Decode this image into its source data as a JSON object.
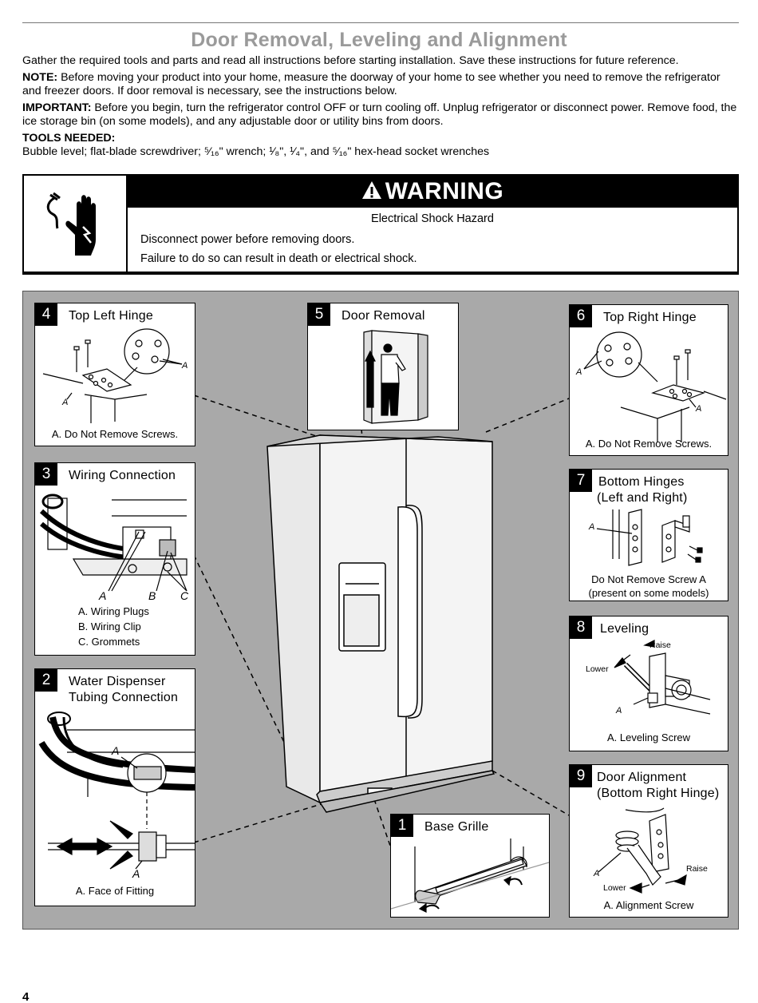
{
  "page": {
    "title": "Door Removal, Leveling and Alignment",
    "intro": "Gather the required tools and parts and read all instructions before starting installation. Save these instructions for future reference.",
    "note_label": "NOTE:",
    "note_text": " Before moving your product into your home, measure the doorway of your home to see whether you need to remove the refrigerator and freezer doors. If door removal is necessary, see the instructions below.",
    "important_label": "IMPORTANT:",
    "important_text": " Before you begin, turn the refrigerator control OFF or turn cooling off. Unplug refrigerator or disconnect power. Remove food, the ice storage bin (on some models), and any adjustable door or utility bins from doors.",
    "tools_label": "TOOLS NEEDED:",
    "tools_text": "Bubble level; flat-blade screwdriver; ⁵⁄₁₆\" wrench; ¹⁄₈\", ¹⁄₄\", and ⁵⁄₁₆\" hex-head socket wrenches",
    "page_number": "4"
  },
  "warning": {
    "heading": "WARNING",
    "hazard": "Electrical Shock Hazard",
    "line1": "Disconnect power before removing doors.",
    "line2": "Failure to do so can result in death or electrical shock.",
    "icon": "electrical-shock-hand-icon"
  },
  "steps": {
    "s1": {
      "num": "1",
      "title": "Base Grille"
    },
    "s2": {
      "num": "2",
      "title_line1": "Water Dispenser",
      "title_line2": "Tubing Connection",
      "label_a1": "A",
      "label_a2": "A",
      "caption": "A. Face of Fitting"
    },
    "s3": {
      "num": "3",
      "title": "Wiring Connection",
      "label_a": "A",
      "label_b": "B",
      "label_c": "C",
      "legend_a": "A. Wiring Plugs",
      "legend_b": "B. Wiring Clip",
      "legend_c": "C. Grommets"
    },
    "s4": {
      "num": "4",
      "title": "Top Left Hinge",
      "label_a1": "A",
      "label_a2": "A",
      "caption": "A. Do Not Remove Screws."
    },
    "s5": {
      "num": "5",
      "title": "Door Removal"
    },
    "s6": {
      "num": "6",
      "title": "Top Right Hinge",
      "label_a1": "A",
      "label_a2": "A",
      "caption": "A. Do Not Remove Screws."
    },
    "s7": {
      "num": "7",
      "title_line1": "Bottom Hinges",
      "title_line2": "(Left and Right)",
      "label_a": "A",
      "caption_line1": "Do Not Remove Screw A",
      "caption_line2": "(present on some models)"
    },
    "s8": {
      "num": "8",
      "title": "Leveling",
      "raise": "Raise",
      "lower": "Lower",
      "label_a": "A",
      "caption": "A. Leveling Screw"
    },
    "s9": {
      "num": "9",
      "title_line1": "Door Alignment",
      "title_line2": "(Bottom Right Hinge)",
      "raise": "Raise",
      "lower": "Lower",
      "label_a": "A",
      "caption": "A. Alignment Screw"
    }
  }
}
